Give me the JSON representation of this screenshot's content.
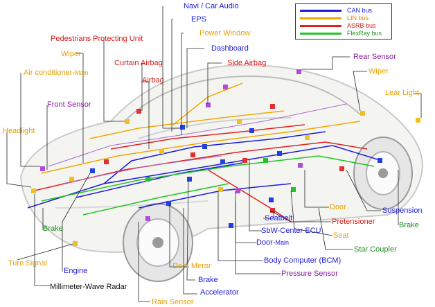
{
  "legend": {
    "items": [
      {
        "label": "CAN bus",
        "color": "#1a1adb"
      },
      {
        "label": "LIN bus",
        "color": "#f0a800"
      },
      {
        "label": "ASRB bus",
        "color": "#e02020"
      },
      {
        "label": "FlexRay bus",
        "color": "#22c422"
      }
    ]
  },
  "labels": {
    "navi_car_audio": "Navi / Car Audio",
    "eps": "EPS",
    "power_window": "Power Window",
    "dashboard": "Dashboard",
    "pedestrians_protecting_unit": "Pedestrians Protecting Unit",
    "wiper_front": "Wiper",
    "curtain_airbag": "Curtain Airbag",
    "side_airbag": "Side Airbag",
    "air_conditioner_main": "Air conditioner-",
    "air_conditioner_suffix": "Main",
    "airbag": "Airbag",
    "front_sensor": "Front Sensor",
    "headlight": "Headlight",
    "rear_sensor": "Rear Sensor",
    "wiper_rear": "Wiper",
    "lear_light": "Lear Light",
    "brake_left": "Brake",
    "turn_signal": "Turn Signal",
    "engine": "Engine",
    "millimeter_wave_radar": "Millimeter-Wave Radar",
    "rain_sensor": "Rain Sensor",
    "accelerator": "Accelerator",
    "brake_bottom": "Brake",
    "door_mirror": "Door  Mirror",
    "body_computer": "Body Computer (BCM)",
    "pressure_sensor": "Pressure Sensor",
    "door_main": "Door-",
    "door_main_suffix": "Main",
    "sbw_center_ecu": "SbW-Center ECU",
    "seatbelt": "Seatbelt",
    "pretensioner": "Pretensioner",
    "door_right": "Door",
    "seat": "Seat",
    "star_coupler": "Star Coupler",
    "suspension": "Suspension",
    "brake_right": "Brake"
  },
  "label_colors": {
    "blue": "#1a1adb",
    "red": "#d81818",
    "orange": "#e8a000",
    "green": "#1f8f1f",
    "purple": "#8a1aa0",
    "black": "#111111"
  }
}
